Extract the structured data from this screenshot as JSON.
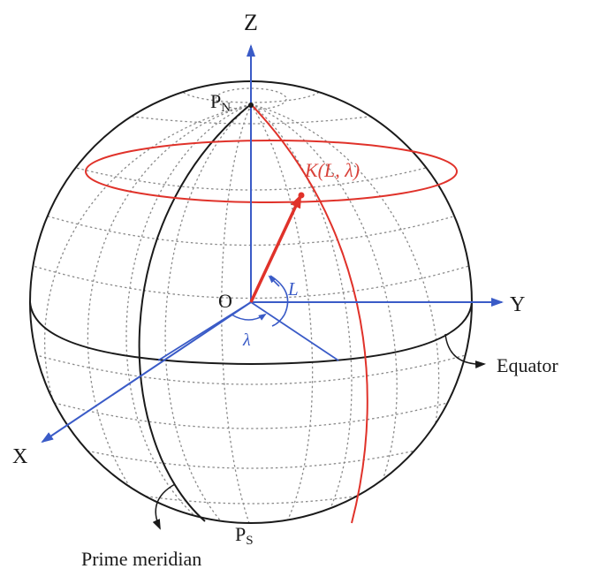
{
  "labels": {
    "z_axis": "Z",
    "y_axis": "Y",
    "x_axis": "X",
    "origin": "O",
    "north_pole": "P",
    "north_pole_sub": "N",
    "south_pole": "P",
    "south_pole_sub": "S",
    "point_k": "K(L, λ)",
    "latitude": "L",
    "longitude": "λ",
    "equator": "Equator",
    "prime_meridian": "Prime meridian"
  },
  "colors": {
    "outline": "#1a1a1a",
    "grid": "#8a8a8a",
    "axis": "#3a5bc7",
    "highlight": "#e0322a",
    "highlight_text": "#d9433b",
    "background": "#ffffff"
  }
}
